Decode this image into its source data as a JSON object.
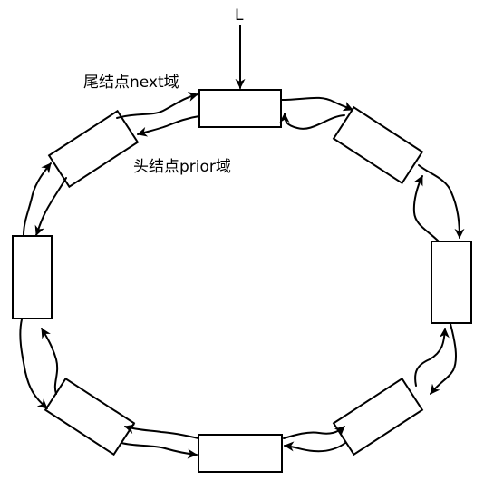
{
  "diagram": {
    "pointer_label": "L",
    "tail_next_label": "尾结点next域",
    "head_prior_label": "头结点prior域"
  },
  "colors": {
    "stroke": "#000000",
    "background": "#ffffff"
  }
}
